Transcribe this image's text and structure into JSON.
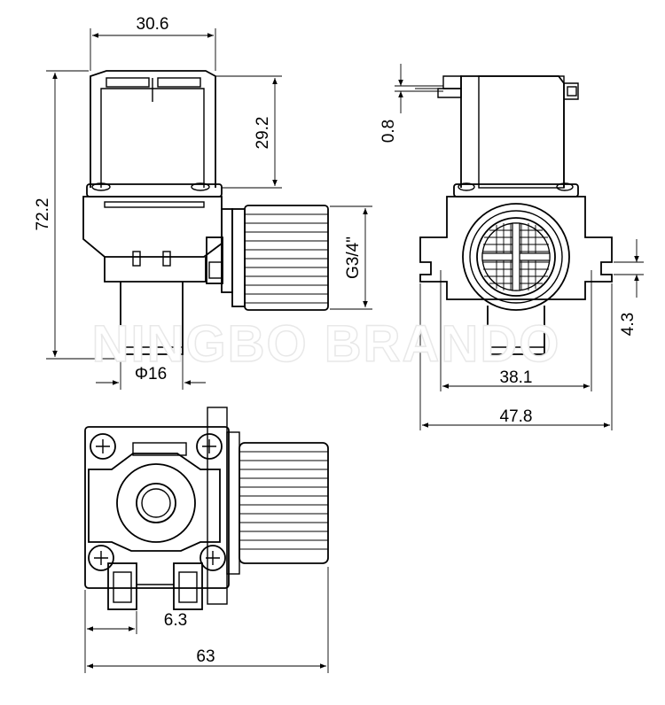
{
  "dimensions": {
    "top_width": "30.6",
    "coil_height": "29.2",
    "total_height": "72.2",
    "thread": "G3/4\"",
    "outlet_dia": "Φ16",
    "flange_thickness": "0.8",
    "hole_spacing": "38.1",
    "flange_width": "47.8",
    "slot": "4.3",
    "terminal_pitch": "6.3",
    "total_length": "63"
  },
  "watermark": "NINGBO BRANDO"
}
